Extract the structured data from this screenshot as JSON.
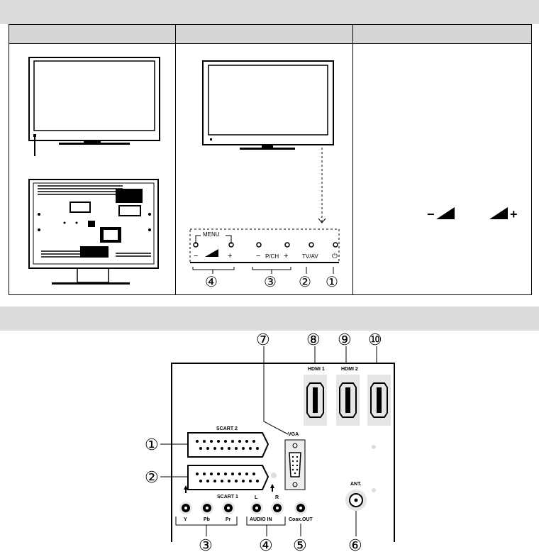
{
  "header_bar_1": "",
  "header_bar_2": "",
  "table": {
    "headers": [
      "",
      "",
      ""
    ]
  },
  "buttons": {
    "menu": "MENU",
    "pch": "P/CH",
    "tvav": "TV/AV",
    "minus": "−",
    "plus": "+",
    "power": "⏻",
    "numbers": [
      "④",
      "③",
      "②",
      "①"
    ]
  },
  "description": {
    "vol_minus": "−",
    "vol_plus": "+"
  },
  "connectors": {
    "scart2": "SCART 2",
    "scart1": "SCART 1",
    "vga": "VGA",
    "hdmi1": "HDMI 1",
    "hdmi2": "HDMI 2",
    "ant": "ANT.",
    "y": "Y",
    "pb": "Pb",
    "pr": "Pr",
    "l": "L",
    "r": "R",
    "audio_in": "AUDIO IN",
    "coax_out": "Coax.OUT",
    "callouts": [
      "①",
      "②",
      "③",
      "④",
      "⑤",
      "⑥",
      "⑦",
      "⑧",
      "⑨",
      "⑩"
    ]
  }
}
